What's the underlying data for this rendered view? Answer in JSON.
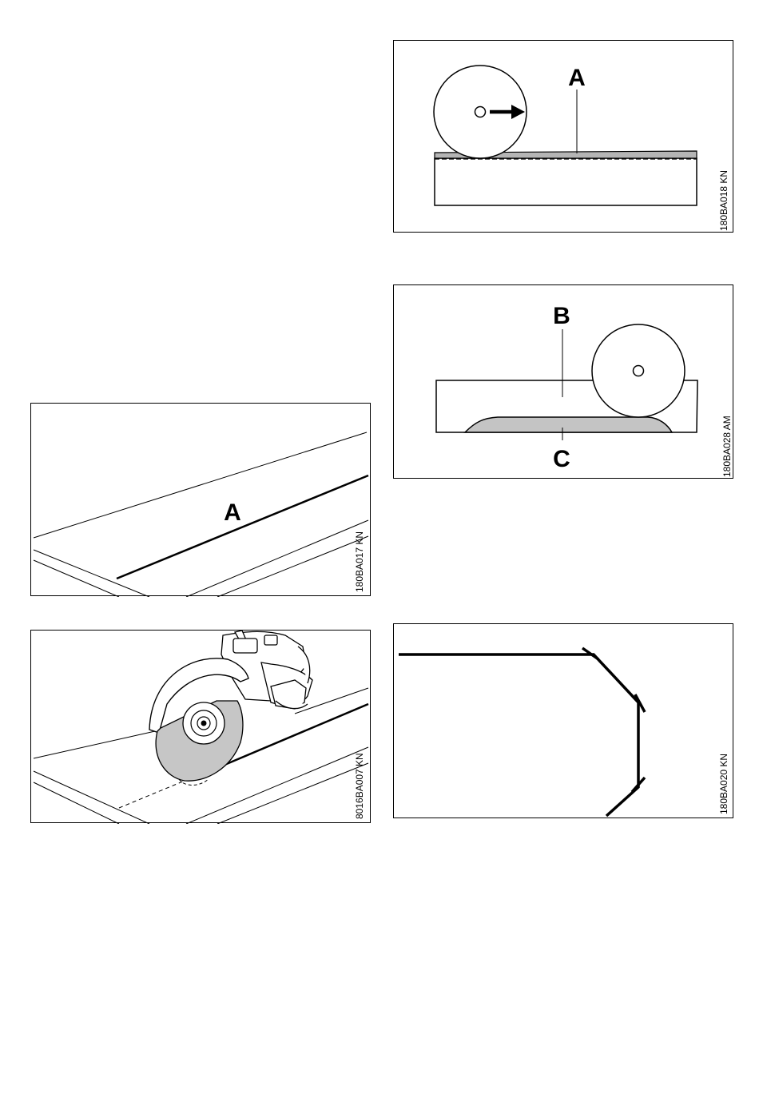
{
  "figures": [
    {
      "code": "180BA018 KN",
      "labels": [
        "A"
      ]
    },
    {
      "code": "180BA028 AM",
      "labels": [
        "B",
        "C"
      ]
    },
    {
      "code": "180BA017 KN",
      "labels": [
        "A"
      ]
    },
    {
      "code": "8016BA007 KN",
      "labels": []
    },
    {
      "code": "180BA020 KN",
      "labels": []
    }
  ]
}
